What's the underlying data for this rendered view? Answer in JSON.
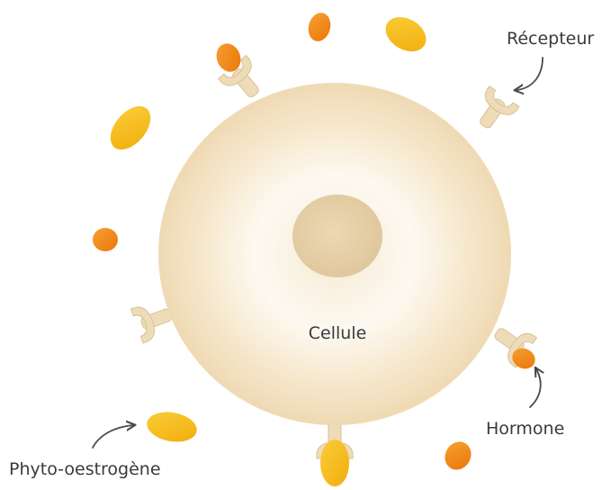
{
  "labels": {
    "cell": "Cellule",
    "receptor": "Récepteur",
    "hormone": "Hormone",
    "phytoestrogen": "Phyto-oestrogène"
  },
  "colors": {
    "cell_fill": "#f4e3c5",
    "cell_center": "#fdf8ef",
    "nucleus": "#e6cfa6",
    "receptor": "#eedcb8",
    "receptor_stroke": "#d9c196",
    "hormone": "#f28a14",
    "phytoestrogen": "#f7bb18",
    "arrow": "#4a4a4a",
    "text": "#3a3a3a"
  }
}
